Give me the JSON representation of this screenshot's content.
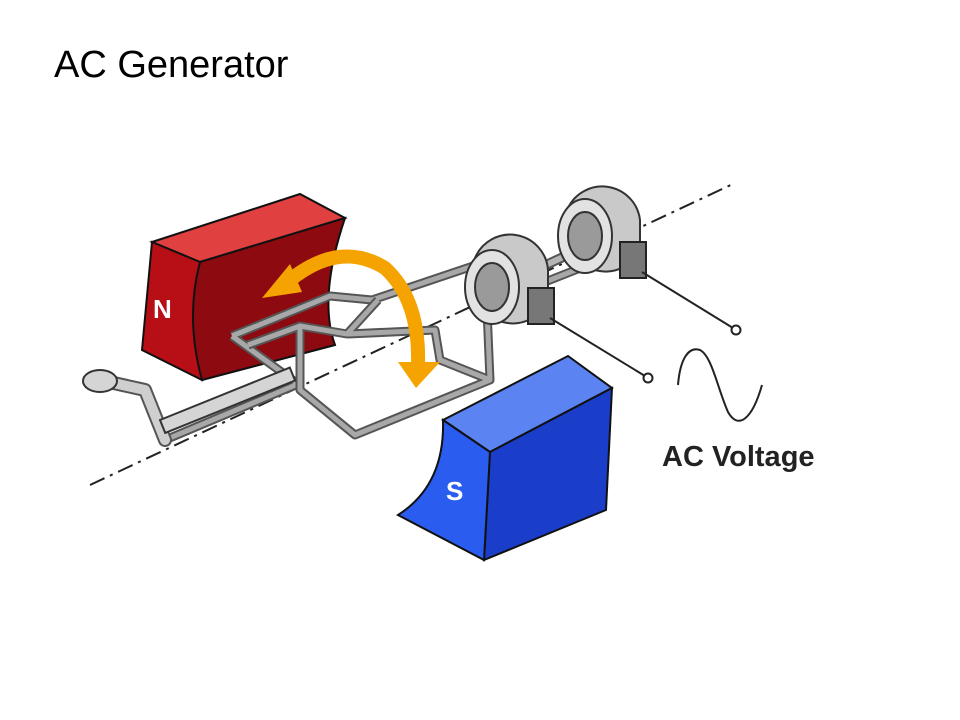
{
  "title": "AC Generator",
  "labels": {
    "north_pole": "N",
    "south_pole": "S",
    "output": "AC Voltage"
  },
  "colors": {
    "north_magnet": "#c4151c",
    "south_magnet": "#1f4fe0",
    "rotation_arrow": "#f5a300",
    "wire": "#a8a8a8"
  }
}
